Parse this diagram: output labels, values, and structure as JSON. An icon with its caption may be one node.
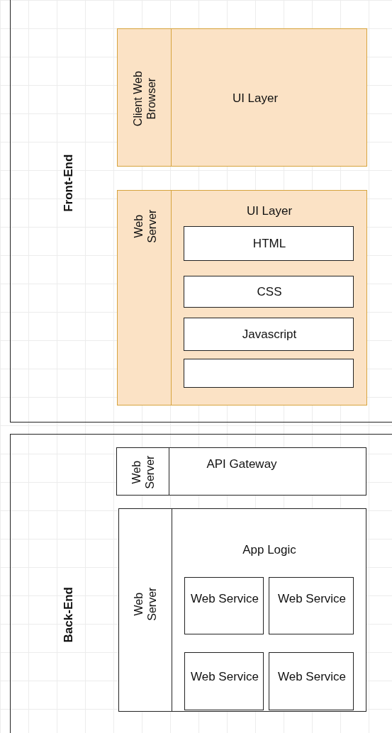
{
  "diagram": {
    "nodes": [
      {
        "text": [
          "Front-End"
        ]
      },
      {
        "text": [
          "Client Web Browser",
          "UI Layer"
        ],
        "in": 0
      },
      {
        "text": [
          "Web Server"
        ],
        "in": 0
      },
      {
        "text": [
          "UI Layer"
        ],
        "in": 2
      },
      {
        "text": [
          "HTML"
        ],
        "in": 3
      },
      {
        "text": [
          "CSS"
        ],
        "in": 3
      },
      {
        "text": [
          "Javascript"
        ],
        "in": 3
      },
      {
        "text": [],
        "shape": "box",
        "in": 3
      },
      {
        "text": [
          "Back-End"
        ]
      },
      {
        "text": [
          "Web Server",
          "API Gateway"
        ],
        "in": 8
      },
      {
        "text": [
          "Web Server"
        ],
        "in": 8
      },
      {
        "text": [
          "App Logic"
        ],
        "in": 10
      },
      {
        "text": [
          "Web Service"
        ],
        "in": 11
      },
      {
        "text": [
          "Web Service"
        ],
        "in": 11
      },
      {
        "text": [
          "Web Service"
        ],
        "in": 11
      },
      {
        "text": [
          "Web Service"
        ],
        "in": 11
      }
    ]
  }
}
